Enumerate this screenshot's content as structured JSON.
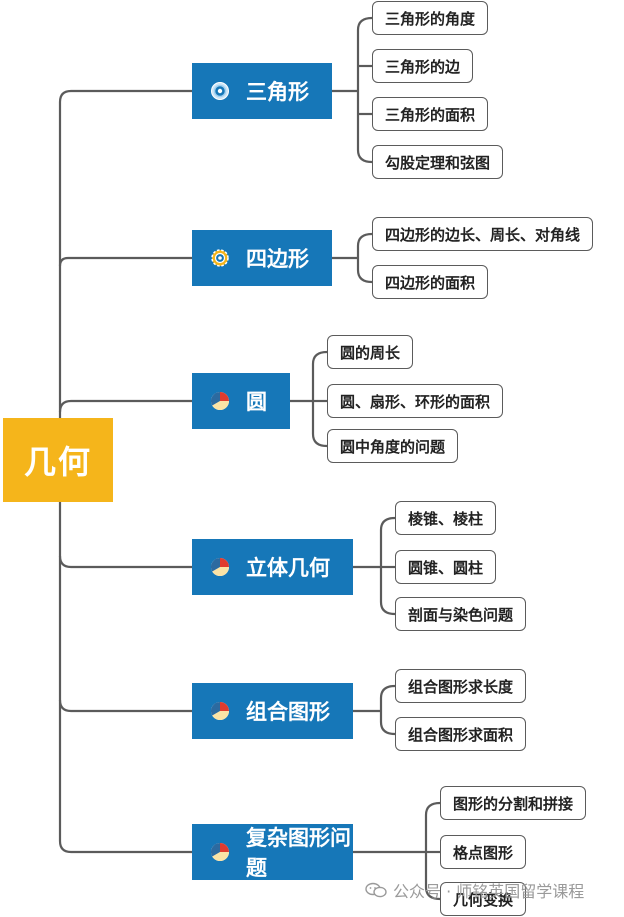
{
  "root": {
    "label": "几何"
  },
  "categories": [
    {
      "label": "三角形",
      "icon": "target-icon",
      "items": [
        "三角形的角度",
        "三角形的边",
        "三角形的面积",
        "勾股定理和弦图"
      ]
    },
    {
      "label": "四边形",
      "icon": "gear-icon",
      "items": [
        "四边形的边长、周长、对角线",
        "四边形的面积"
      ]
    },
    {
      "label": "圆",
      "icon": "pie-chart-icon",
      "items": [
        "圆的周长",
        "圆、扇形、环形的面积",
        "圆中角度的问题"
      ]
    },
    {
      "label": "立体几何",
      "icon": "pie-chart-icon",
      "items": [
        "棱锥、棱柱",
        "圆锥、圆柱",
        "剖面与染色问题"
      ]
    },
    {
      "label": "组合图形",
      "icon": "pie-chart-icon",
      "items": [
        "组合图形求长度",
        "组合图形求面积"
      ]
    },
    {
      "label": "复杂图形问题",
      "icon": "pie-chart-icon",
      "items": [
        "图形的分割和拼接",
        "格点图形",
        "几何变换"
      ]
    }
  ],
  "watermark": {
    "text": "公众号 · 师铭英国留学课程",
    "icon": "wechat-icon"
  },
  "colors": {
    "root": "#f5b51b",
    "category": "#1677b8",
    "line": "#5b5b5b"
  }
}
